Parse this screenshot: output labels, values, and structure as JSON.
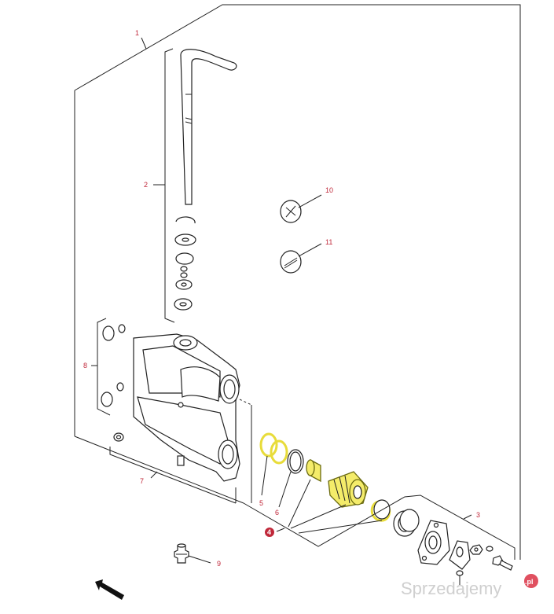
{
  "callouts": {
    "c1": "1",
    "c2": "2",
    "c3": "3",
    "c4": "4",
    "c5": "5",
    "c6": "6",
    "c7": "7",
    "c8": "8",
    "c9": "9",
    "c10": "10",
    "c11": "11"
  },
  "watermark": {
    "text": "Sprzedajemy",
    "suffix": ".pl"
  },
  "colors": {
    "callout": "#c0283a",
    "highlight": "#f4ec6a"
  }
}
